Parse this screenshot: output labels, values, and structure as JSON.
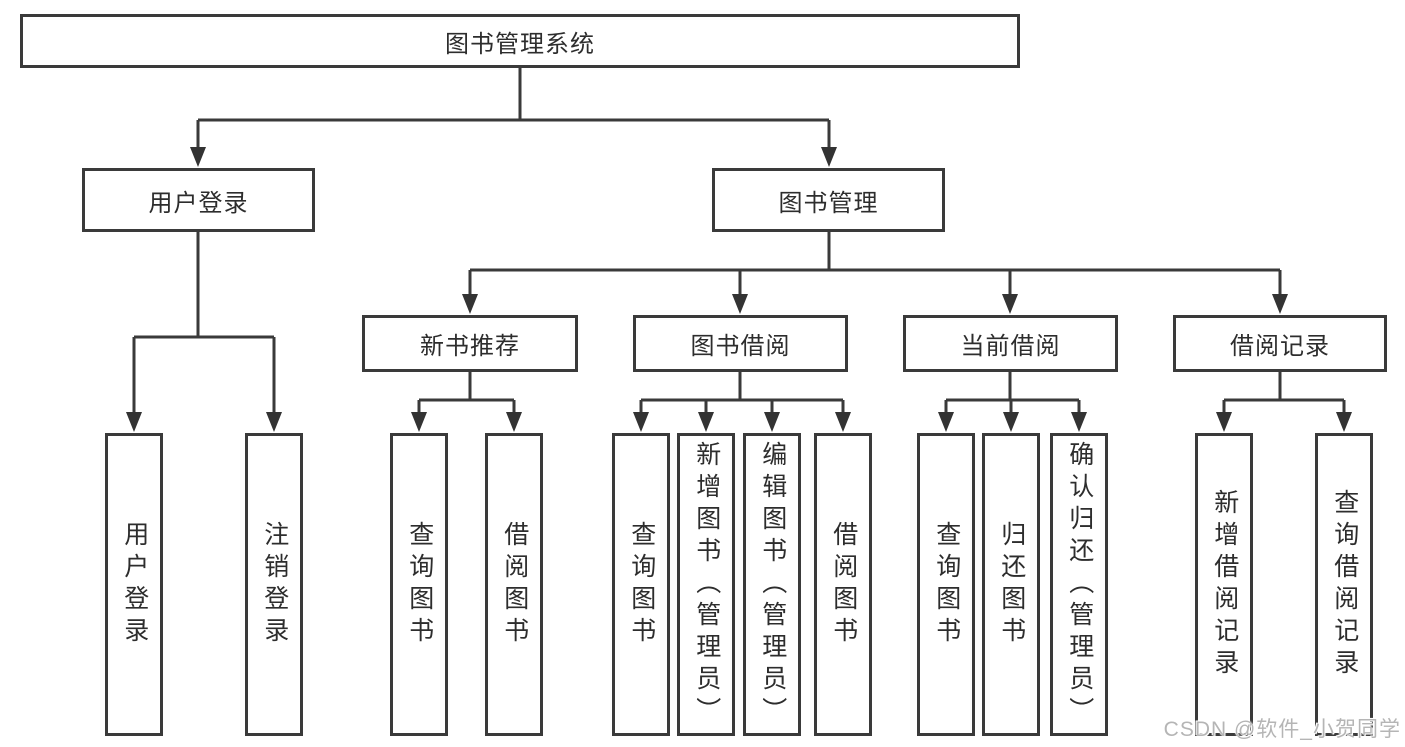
{
  "root": {
    "label": "图书管理系统"
  },
  "level2": [
    {
      "id": "user-login",
      "label": "用户登录"
    },
    {
      "id": "book-management",
      "label": "图书管理"
    }
  ],
  "level3": [
    {
      "id": "new-book-recommend",
      "label": "新书推荐"
    },
    {
      "id": "book-borrow",
      "label": "图书借阅"
    },
    {
      "id": "current-borrow",
      "label": "当前借阅"
    },
    {
      "id": "borrow-record",
      "label": "借阅记录"
    }
  ],
  "leaves": [
    {
      "label": "用户登录"
    },
    {
      "label": "注销登录"
    },
    {
      "label": "查询图书"
    },
    {
      "label": "借阅图书"
    },
    {
      "label": "查询图书"
    },
    {
      "label": "新增图书（管理员）"
    },
    {
      "label": "编辑图书（管理员）"
    },
    {
      "label": "借阅图书"
    },
    {
      "label": "查询图书"
    },
    {
      "label": "归还图书"
    },
    {
      "label": "确认归还（管理员）"
    },
    {
      "label": "新增借阅记录"
    },
    {
      "label": "查询借阅记录"
    }
  ],
  "structure": {
    "图书管理系统": [
      "用户登录",
      "图书管理"
    ],
    "用户登录": [
      "用户登录",
      "注销登录"
    ],
    "图书管理": [
      "新书推荐",
      "图书借阅",
      "当前借阅",
      "借阅记录"
    ],
    "新书推荐": [
      "查询图书",
      "借阅图书"
    ],
    "图书借阅": [
      "查询图书",
      "新增图书（管理员）",
      "编辑图书（管理员）",
      "借阅图书"
    ],
    "当前借阅": [
      "查询图书",
      "归还图书",
      "确认归还（管理员）"
    ],
    "借阅记录": [
      "新增借阅记录",
      "查询借阅记录"
    ]
  },
  "watermark": {
    "text": "CSDN @软件_小贺同学"
  },
  "colors": {
    "line": "#3a3a3a",
    "border": "#3a3a3a",
    "text": "#2d2d2d",
    "watermark": "#b5b5b5",
    "background": "#ffffff"
  }
}
